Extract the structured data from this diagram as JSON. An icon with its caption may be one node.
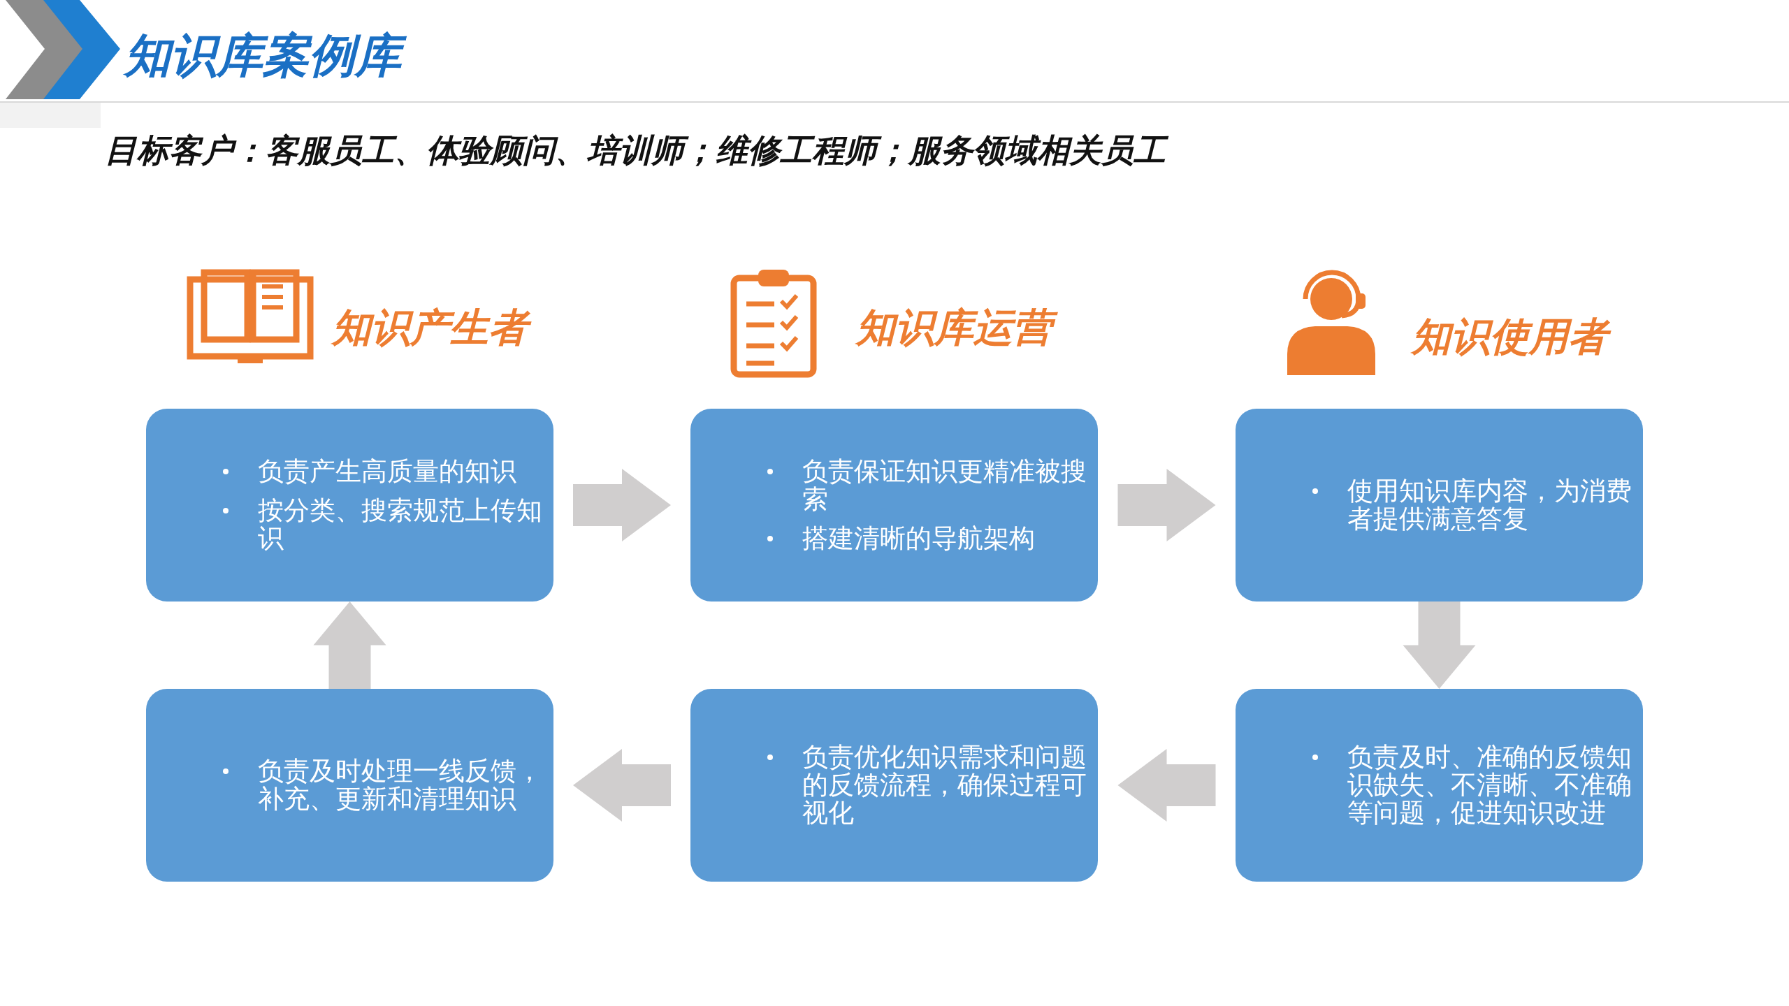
{
  "diagram": {
    "title": "知识库案例库",
    "nodes": [
      {
        "text": [
          "负责产生高质量的知识",
          "按分类、搜索规范上传知识"
        ]
      },
      {
        "text": [
          "负责保证知识更精准被搜索",
          "搭建清晰的导航架构"
        ]
      },
      {
        "text": [
          "使用知识库内容，为消费者提供满意答复"
        ]
      },
      {
        "text": [
          "负责及时处理一线反馈，补充、更新和清理知识"
        ]
      },
      {
        "text": [
          "负责优化知识需求和问题的反馈流程，确保过程可视化"
        ]
      },
      {
        "text": [
          "负责及时、准确的反馈知识缺失、不清晰、不准确等问题，促进知识改进"
        ]
      }
    ],
    "edges": [
      {
        "from": 0,
        "to": 1,
        "arrow": "to"
      },
      {
        "from": 1,
        "to": 2,
        "arrow": "to"
      },
      {
        "from": 2,
        "to": 5,
        "arrow": "to"
      },
      {
        "from": 5,
        "to": 4,
        "arrow": "to"
      },
      {
        "from": 4,
        "to": 3,
        "arrow": "to"
      },
      {
        "from": 3,
        "to": 0,
        "arrow": "to"
      }
    ],
    "labels": [
      "目标客户：客服员工、体验顾问、培训师；维修工程师；服务领域相关员工",
      "知识产生者",
      "知识库运营",
      "知识使用者"
    ]
  }
}
